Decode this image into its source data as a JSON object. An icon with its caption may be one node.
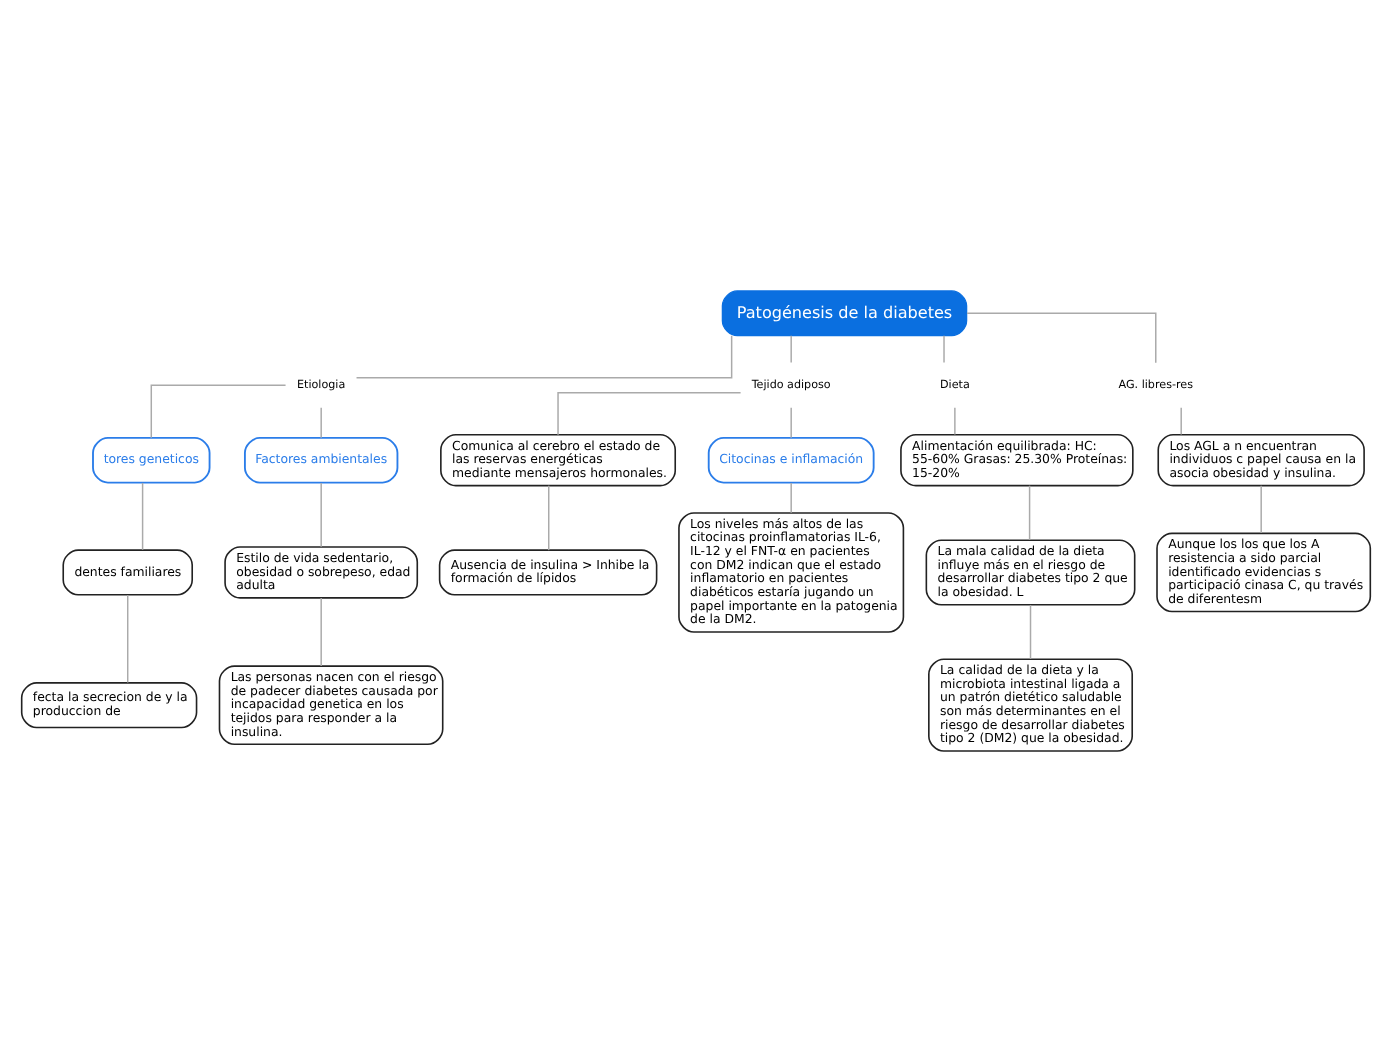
{
  "diagram": {
    "nodes": [
      {
        "text": [
          "Patogénesis de la diabetes"
        ]
      },
      {
        "text": [
          "Etiologia"
        ]
      },
      {
        "text": [
          "tores geneticos"
        ]
      },
      {
        "text": [
          "dentes familiares"
        ]
      },
      {
        "text": [
          "fecta la secrecion de y la produccion de"
        ]
      },
      {
        "text": [
          "Factores ambientales"
        ]
      },
      {
        "text": [
          "Estilo de vida sedentario, obesidad o sobrepeso, edad adulta"
        ]
      },
      {
        "text": [
          "Las personas nacen con el riesgo de padecer diabetes causada por incapacidad genetica en los tejidos para responder a la insulina."
        ]
      },
      {
        "text": [
          "Tejido adiposo"
        ]
      },
      {
        "text": [
          "Comunica al cerebro el estado de las reservas energéticas mediante mensajeros hormonales."
        ]
      },
      {
        "text": [
          "Ausencia de insulina > Inhibe la formación de lípidos"
        ]
      },
      {
        "text": [
          "Citocinas e inflamación"
        ]
      },
      {
        "text": [
          "Los niveles más altos de las citocinas proinflamatorias IL-6, IL-12 y el FNT-α en pacientes con DM2 indican que el estado inflamatorio en pacientes diabéticos estaría jugando un papel importante en la patogenia de la DM2."
        ]
      },
      {
        "text": [
          "Dieta"
        ]
      },
      {
        "text": [
          "Alimentación equilibrada: HC: 55-60% Grasas: 25.30% Proteínas: 15-20%"
        ]
      },
      {
        "text": [
          "La mala calidad de la dieta influye más en el riesgo de desarrollar diabetes tipo 2 que la obesidad. L"
        ]
      },
      {
        "text": [
          "La calidad de la dieta y la microbiota intestinal ligada a un patrón dietético saludable son más determinantes en el riesgo de desarrollar diabetes tipo 2 (DM2) que la obesidad."
        ]
      },
      {
        "text": [
          "AG. libres-res"
        ]
      },
      {
        "text": [
          "Los AGL a n encuentran individuos c papel causa en la asocia obesidad y insulina."
        ]
      },
      {
        "text": [
          "Aunque los los que los A resistencia a sido parcial identificado evidencias s participació cinasa C, qu través de diferentesm"
        ]
      }
    ],
    "edges": [
      {
        "from": 0,
        "to": 1,
        "arrow": "none"
      },
      {
        "from": 0,
        "to": 8,
        "arrow": "none"
      },
      {
        "from": 0,
        "to": 13,
        "arrow": "none"
      },
      {
        "from": 0,
        "to": 17,
        "arrow": "none"
      },
      {
        "from": 1,
        "to": 2,
        "arrow": "none"
      },
      {
        "from": 1,
        "to": 5,
        "arrow": "none"
      },
      {
        "from": 2,
        "to": 3,
        "arrow": "none"
      },
      {
        "from": 3,
        "to": 4,
        "arrow": "none"
      },
      {
        "from": 5,
        "to": 6,
        "arrow": "none"
      },
      {
        "from": 6,
        "to": 7,
        "arrow": "none"
      },
      {
        "from": 8,
        "to": 9,
        "arrow": "none"
      },
      {
        "from": 8,
        "to": 11,
        "arrow": "none"
      },
      {
        "from": 9,
        "to": 10,
        "arrow": "none"
      },
      {
        "from": 11,
        "to": 12,
        "arrow": "none"
      },
      {
        "from": 13,
        "to": 14,
        "arrow": "none"
      },
      {
        "from": 14,
        "to": 15,
        "arrow": "none"
      },
      {
        "from": 15,
        "to": 16,
        "arrow": "none"
      },
      {
        "from": 17,
        "to": 18,
        "arrow": "none"
      },
      {
        "from": 18,
        "to": 19,
        "arrow": "none"
      }
    ]
  }
}
